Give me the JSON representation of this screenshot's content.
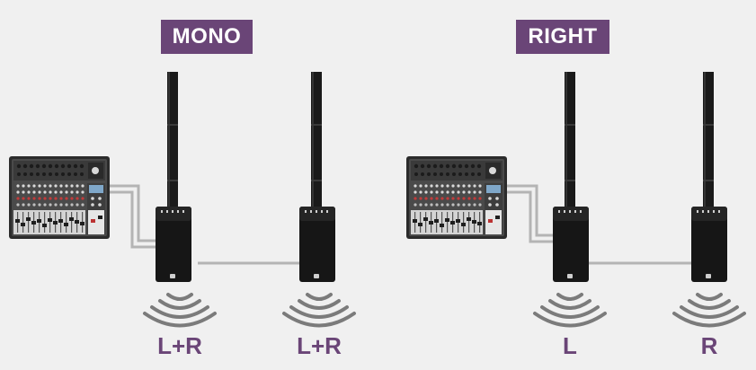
{
  "setups": [
    {
      "id": "mono",
      "mode_label": "MONO",
      "speakers": [
        {
          "channel": "L+R"
        },
        {
          "channel": "L+R"
        }
      ]
    },
    {
      "id": "right",
      "mode_label": "RIGHT",
      "speakers": [
        {
          "channel": "L"
        },
        {
          "channel": "R"
        }
      ]
    }
  ],
  "colors": {
    "background": "#f0f0f0",
    "accent": "#6a4577",
    "cable": "#b4b4b4",
    "speaker": "#151515",
    "sound_waves": "#7b7b7b"
  },
  "icons": [
    "mixer-console-icon",
    "column-speaker-icon",
    "sound-waves-icon",
    "audio-cable"
  ]
}
